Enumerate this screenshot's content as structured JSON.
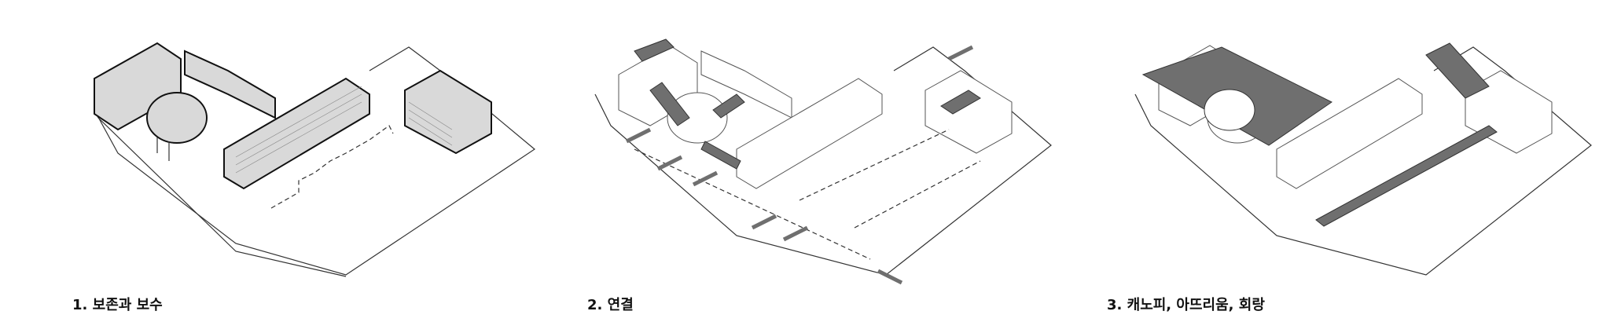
{
  "panels": [
    {
      "caption": "1. 보존과 보수"
    },
    {
      "caption": "2. 연결"
    },
    {
      "caption": "3. 캐노피, 아뜨리움, 회랑"
    }
  ],
  "colors": {
    "building_fill": "#d9d9d9",
    "accent": "#6f6f6f",
    "line": "#111111"
  }
}
